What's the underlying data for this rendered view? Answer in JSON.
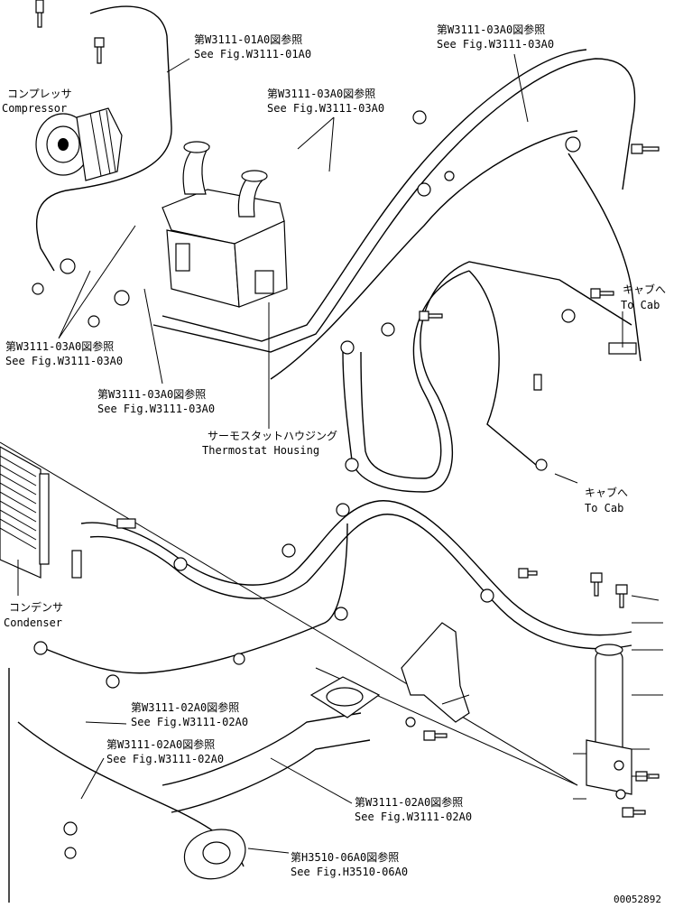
{
  "labels": {
    "ref_w3111_01a0": {
      "jp": "第W3111-01A0図参照",
      "en": "See Fig.W3111-01A0"
    },
    "ref_w3111_03a0_top_right": {
      "jp": "第W3111-03A0図参照",
      "en": "See Fig.W3111-03A0"
    },
    "ref_w3111_03a0_top_mid": {
      "jp": "第W3111-03A0図参照",
      "en": "See Fig.W3111-03A0"
    },
    "compressor": {
      "jp": "コンプレッサ",
      "en": "Compressor"
    },
    "ref_w3111_03a0_left": {
      "jp": "第W3111-03A0図参照",
      "en": "See Fig.W3111-03A0"
    },
    "ref_w3111_03a0_center": {
      "jp": "第W3111-03A0図参照",
      "en": "See Fig.W3111-03A0"
    },
    "thermostat_housing": {
      "jp": "サーモスタットハウジング",
      "en": "Thermostat Housing"
    },
    "to_cab_upper": {
      "jp": "キャブへ",
      "en": "To Cab"
    },
    "to_cab_lower": {
      "jp": "キャブへ",
      "en": "To Cab"
    },
    "condenser": {
      "jp": "コンデンサ",
      "en": "Condenser"
    },
    "ref_w3111_02a0_a": {
      "jp": "第W3111-02A0図参照",
      "en": "See Fig.W3111-02A0"
    },
    "ref_w3111_02a0_b": {
      "jp": "第W3111-02A0図参照",
      "en": "See Fig.W3111-02A0"
    },
    "ref_w3111_02a0_c": {
      "jp": "第W3111-02A0図参照",
      "en": "See Fig.W3111-02A0"
    },
    "ref_h3510_06a0": {
      "jp": "第H3510-06A0図参照",
      "en": "See Fig.H3510-06A0"
    }
  },
  "drawing_number": "00052892"
}
